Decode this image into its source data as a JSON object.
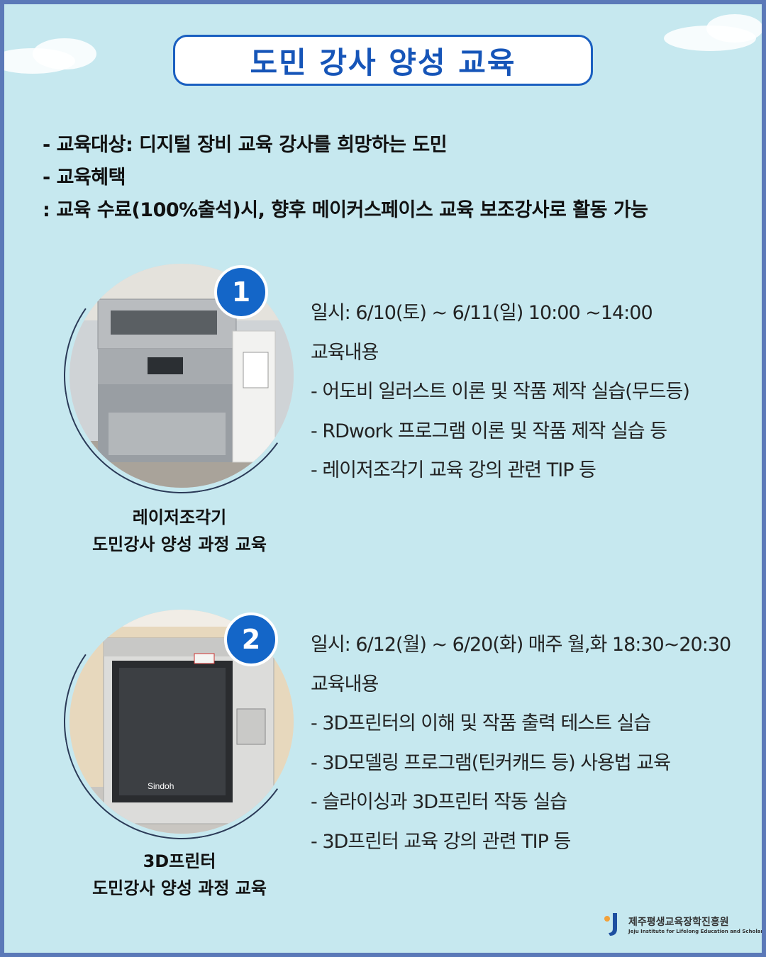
{
  "title": "도민 강사 양성 교육",
  "intro": {
    "target": "- 교육대상: 디지털 장비 교육 강사를 희망하는 도민",
    "benefit_label": "- 교육혜택",
    "benefit_text": ": 교육 수료(100%출석)시, 향후 메이커스페이스 교육 보조강사로 활동 가능"
  },
  "courses": [
    {
      "number": "1",
      "caption_line1": "레이저조각기",
      "caption_line2": "도민강사 양성 과정 교육",
      "schedule": "일시: 6/10(토) ~ 6/11(일) 10:00 ~14:00",
      "content_label": "교육내용",
      "items": [
        "- 어도비 일러스트 이론 및 작품 제작 실습(무드등)",
        "- RDwork 프로그램 이론 및 작품 제작 실습 등",
        "- 레이저조각기 교육 강의 관련 TIP 등"
      ]
    },
    {
      "number": "2",
      "caption_line1": "3D프린터",
      "caption_line2": "도민강사 양성 과정 교육",
      "schedule": "일시: 6/12(월) ~ 6/20(화) 매주 월,화 18:30~20:30",
      "content_label": "교육내용",
      "items": [
        "- 3D프린터의 이해 및 작품 출력 테스트 실습",
        "- 3D모델링 프로그램(틴커캐드 등) 사용법 교육",
        "- 슬라이싱과 3D프린터 작동 실습",
        "- 3D프린터 교육 강의 관련 TIP 등"
      ]
    }
  ],
  "logo": {
    "name_ko": "제주평생교육장학진흥원",
    "name_en": "Jeju Institute for Lifelong Education and Scholarship"
  },
  "printer_brand": "Sindoh",
  "colors": {
    "background": "#c6e8ef",
    "border": "#5b79b8",
    "accent_blue": "#1466c8",
    "title_blue": "#1655b8"
  }
}
